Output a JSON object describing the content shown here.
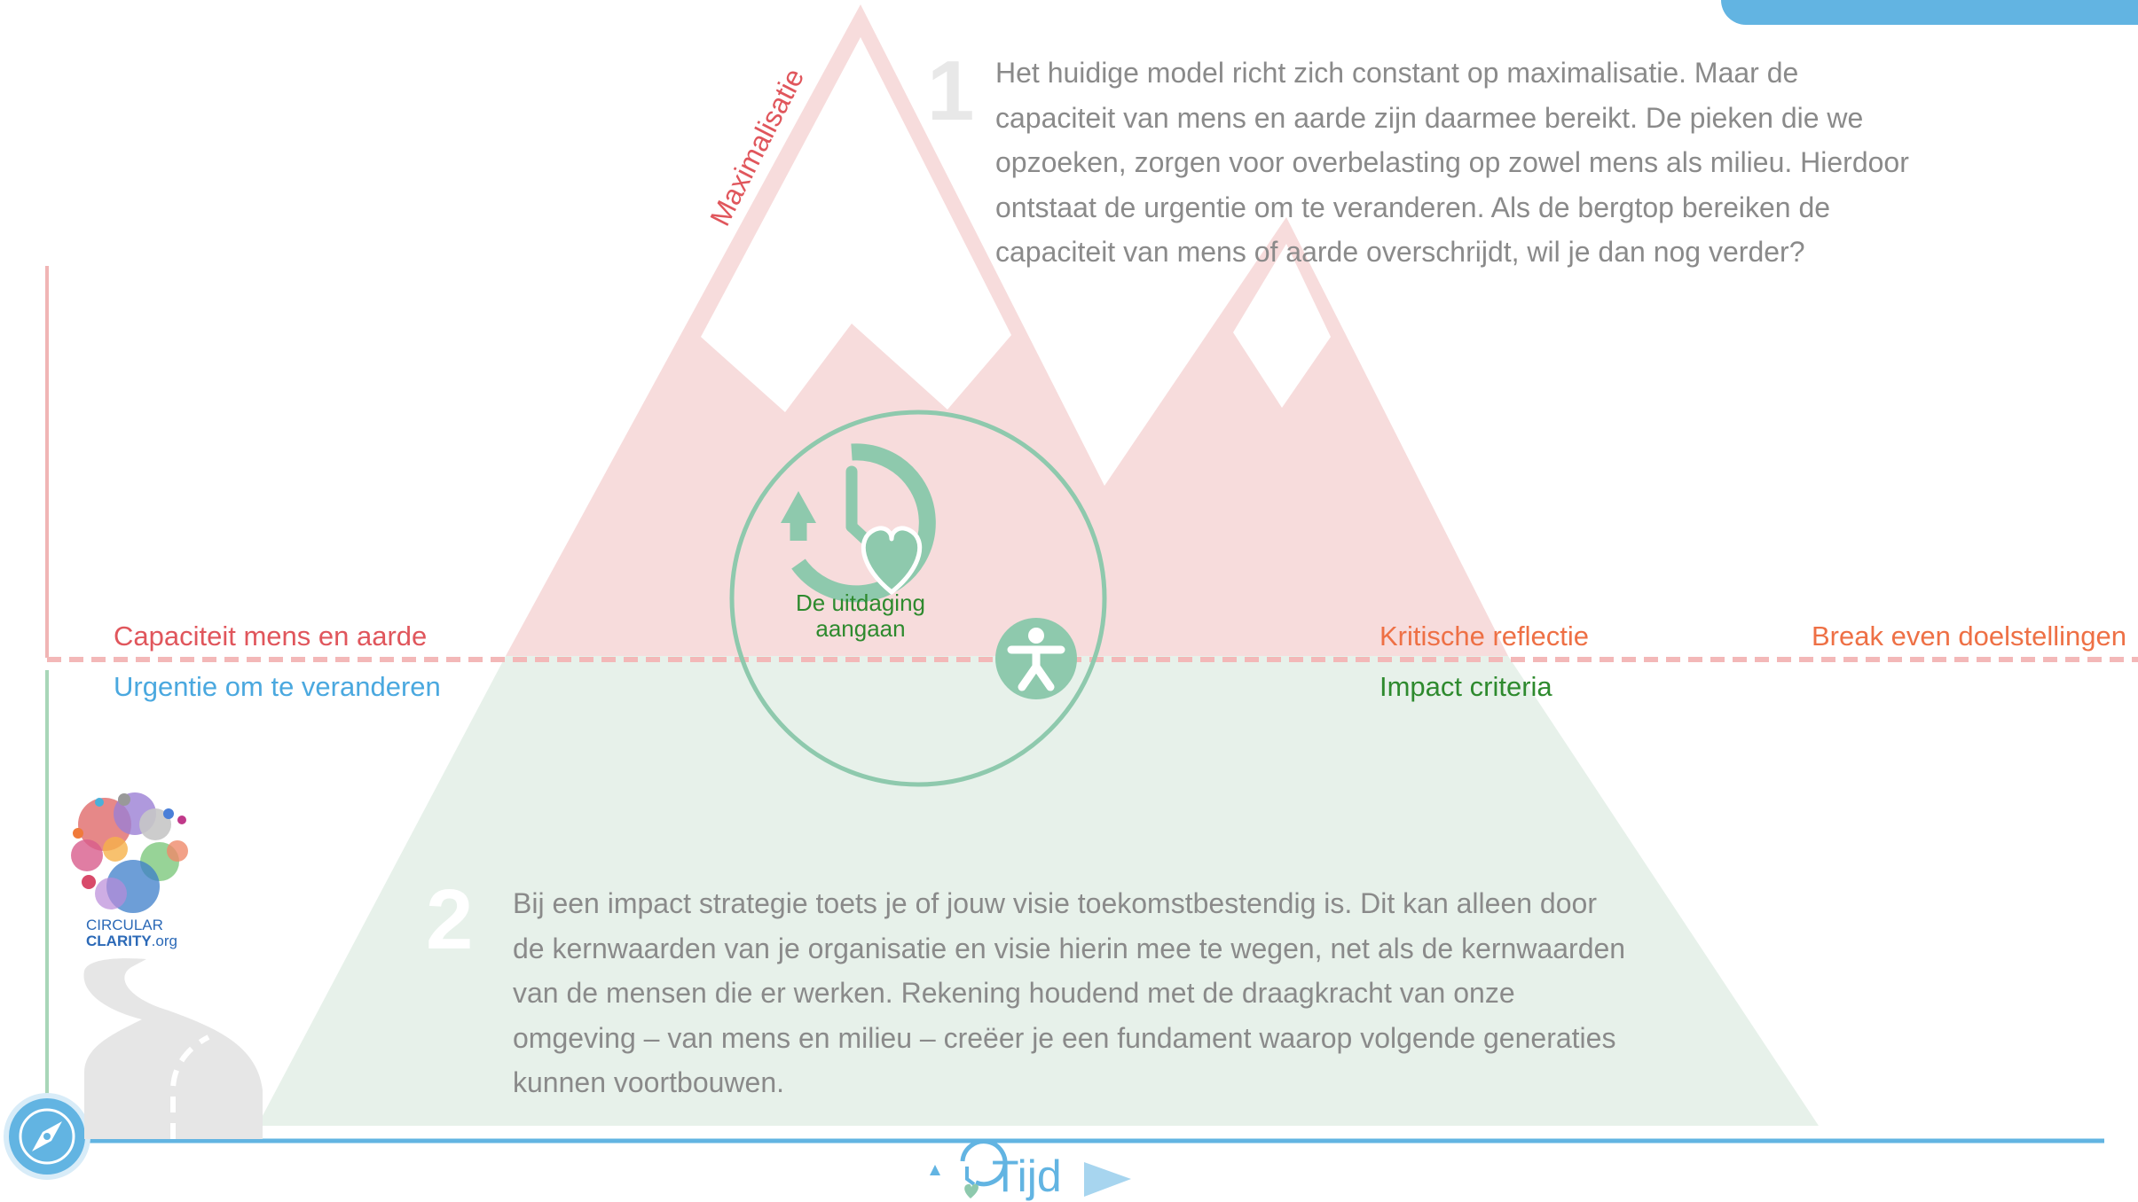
{
  "paragraph1": {
    "number": "1",
    "lines": [
      "Het huidige model richt zich constant op maximalisatie. Maar de",
      "capaciteit van mens en aarde zijn daarmee bereikt. De pieken die we",
      "opzoeken, zorgen voor overbelasting op zowel mens als milieu. Hierdoor",
      "ontstaat de urgentie om te veranderen. Als de bergtop bereiken de",
      "capaciteit van mens of aarde overschrijdt, wil je dan nog verder?"
    ]
  },
  "paragraph2": {
    "number": "2",
    "lines": [
      "Bij een impact strategie toets je of jouw visie toekomstbestendig is. Dit kan alleen door",
      "de kernwaarden van je organisatie en visie hierin mee te wegen, net als de kernwaarden",
      "van de mensen die er werken. Rekening houdend met de draagkracht van onze",
      "omgeving – van mens en milieu – creëer je een fundament waarop volgende generaties",
      "kunnen voortbouwen."
    ]
  },
  "labels": {
    "maximalisatie": "Maximalisatie",
    "capaciteit": "Capaciteit mens en aarde",
    "urgentie": "Urgentie om te veranderen",
    "kritische": "Kritische reflectie",
    "impact": "Impact criteria",
    "breakeven": "Break even doelstellingen",
    "uitdaging_line1": "De uitdaging",
    "uitdaging_line2": "aangaan",
    "tijd": "Tijd"
  },
  "logo": {
    "line1": "CIRCULAR",
    "line2_bold": "CLARITY",
    "line2_suffix": ".org"
  },
  "colors": {
    "mountain_fill": "#f7dcdc",
    "foundation_fill": "#e7f1ea",
    "circle_green": "#8ec9ad",
    "label_red": "#e0565c",
    "label_blue": "#4aa8df",
    "label_orange": "#ee7045",
    "label_green": "#2e8a2e",
    "axis_blue": "#62b4e2",
    "dashed_line": "#f3b8b8",
    "left_axis_red": "#f0b5b5",
    "left_axis_green": "#a8d6b8",
    "paragraph_text": "#8a8a8a"
  },
  "icons": [
    "clock-heart-icon",
    "person-icon",
    "compass-icon",
    "road-icon",
    "circular-clarity-logo",
    "play-triangle-icon"
  ]
}
